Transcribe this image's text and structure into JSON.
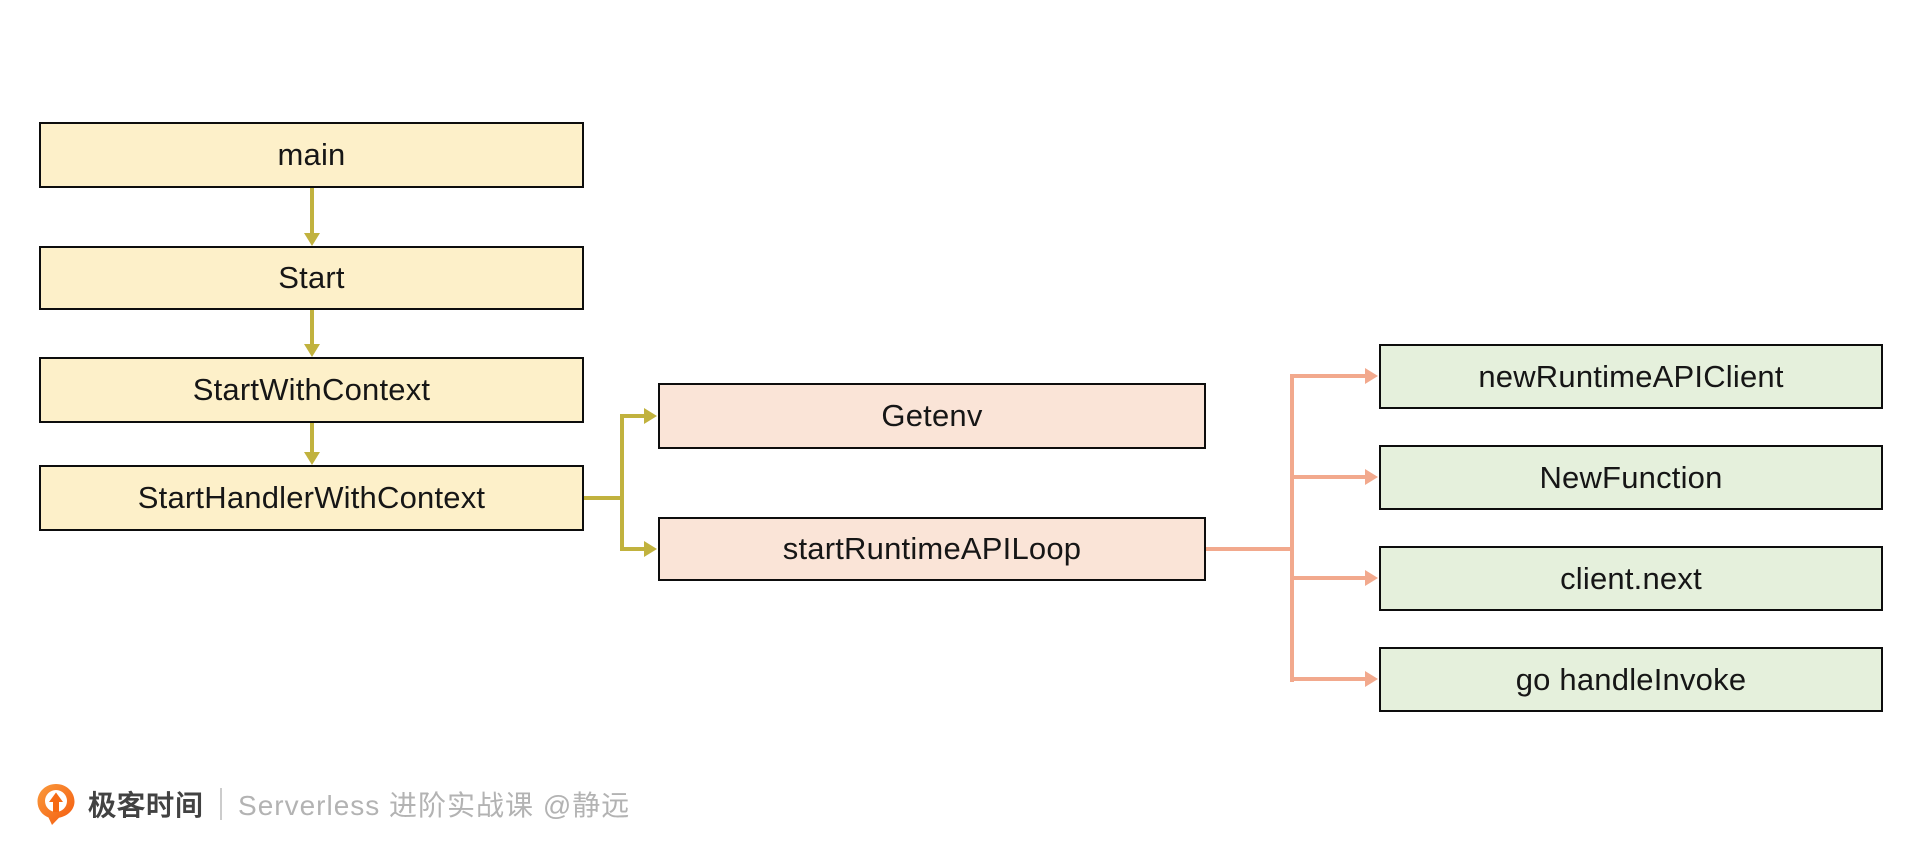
{
  "colors": {
    "yellow_fill": "#fdf0c9",
    "salmon_fill": "#fae4d7",
    "green_fill": "#e5f0dc",
    "olive_line": "#c1b23e",
    "salmon_line": "#f2a98d",
    "box_border": "#0d0d0d",
    "brand_orange": "#f66a13"
  },
  "nodes": {
    "main": "main",
    "start": "Start",
    "start_with_context": "StartWithContext",
    "start_handler_with_context": "StartHandlerWithContext",
    "getenv": "Getenv",
    "start_runtime_api_loop": "startRuntimeAPILoop",
    "new_runtime_api_client": "newRuntimeAPIClient",
    "new_function": "NewFunction",
    "client_next": "client.next",
    "go_handle_invoke": "go handleInvoke"
  },
  "edges": [
    {
      "from": "main",
      "to": "start",
      "color": "olive"
    },
    {
      "from": "start",
      "to": "start_with_context",
      "color": "olive"
    },
    {
      "from": "start_with_context",
      "to": "start_handler_with_context",
      "color": "olive"
    },
    {
      "from": "start_handler_with_context",
      "to": "getenv",
      "color": "olive"
    },
    {
      "from": "start_handler_with_context",
      "to": "start_runtime_api_loop",
      "color": "olive"
    },
    {
      "from": "start_runtime_api_loop",
      "to": "new_runtime_api_client",
      "color": "salmon"
    },
    {
      "from": "start_runtime_api_loop",
      "to": "new_function",
      "color": "salmon"
    },
    {
      "from": "start_runtime_api_loop",
      "to": "client_next",
      "color": "salmon"
    },
    {
      "from": "start_runtime_api_loop",
      "to": "go_handle_invoke",
      "color": "salmon"
    }
  ],
  "footer": {
    "brand": "极客时间",
    "separator": "|",
    "course": "Serverless 进阶实战课 @静远"
  }
}
